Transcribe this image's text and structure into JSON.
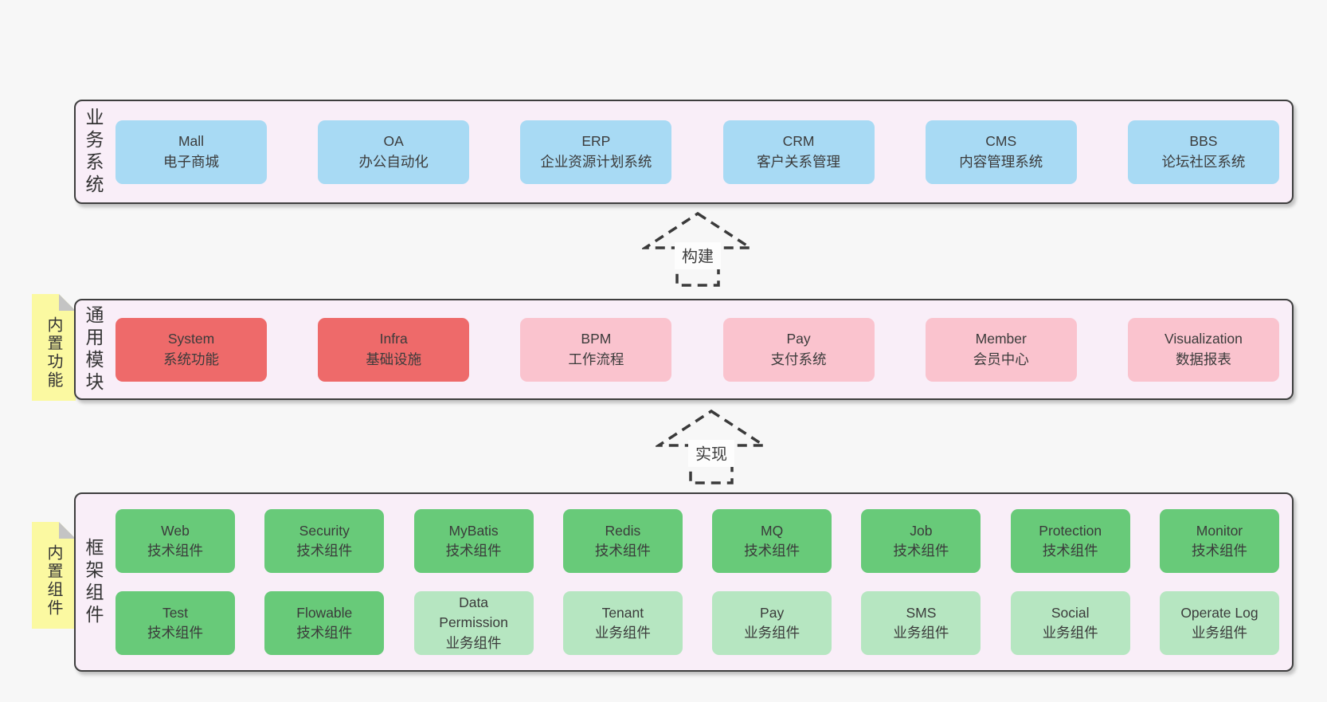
{
  "colors": {
    "background": "#f7f7f7",
    "container_fill": "#f9eef8",
    "container_border": "#3e3e3e",
    "box_blue": "#a8daf4",
    "box_red": "#ee6a6a",
    "box_pink": "#fac3ce",
    "box_green": "#68ca79",
    "box_green_light": "#b6e6c1",
    "sticky_yellow": "#fbf9a1",
    "sticky_fold": "#c4c4c4",
    "text": "#3b3b3b"
  },
  "arrows": [
    {
      "label": "构建"
    },
    {
      "label": "实现"
    }
  ],
  "layers": [
    {
      "label": "业务系统",
      "rows": [
        [
          {
            "name": "Mall",
            "desc": "电子商城",
            "variant": "blue"
          },
          {
            "name": "OA",
            "desc": "办公自动化",
            "variant": "blue"
          },
          {
            "name": "ERP",
            "desc": "企业资源计划系统",
            "variant": "blue"
          },
          {
            "name": "CRM",
            "desc": "客户关系管理",
            "variant": "blue"
          },
          {
            "name": "CMS",
            "desc": "内容管理系统",
            "variant": "blue"
          },
          {
            "name": "BBS",
            "desc": "论坛社区系统",
            "variant": "blue"
          }
        ]
      ]
    },
    {
      "label": "通用模块",
      "sticky": "内置功能",
      "rows": [
        [
          {
            "name": "System",
            "desc": "系统功能",
            "variant": "red"
          },
          {
            "name": "Infra",
            "desc": "基础设施",
            "variant": "red"
          },
          {
            "name": "BPM",
            "desc": "工作流程",
            "variant": "pink"
          },
          {
            "name": "Pay",
            "desc": "支付系统",
            "variant": "pink"
          },
          {
            "name": "Member",
            "desc": "会员中心",
            "variant": "pink"
          },
          {
            "name": "Visualization",
            "desc": "数据报表",
            "variant": "pink"
          }
        ]
      ]
    },
    {
      "label": "框架组件",
      "sticky": "内置组件",
      "rows": [
        [
          {
            "name": "Web",
            "desc": "技术组件",
            "variant": "green"
          },
          {
            "name": "Security",
            "desc": "技术组件",
            "variant": "green"
          },
          {
            "name": "MyBatis",
            "desc": "技术组件",
            "variant": "green"
          },
          {
            "name": "Redis",
            "desc": "技术组件",
            "variant": "green"
          },
          {
            "name": "MQ",
            "desc": "技术组件",
            "variant": "green"
          },
          {
            "name": "Job",
            "desc": "技术组件",
            "variant": "green"
          },
          {
            "name": "Protection",
            "desc": "技术组件",
            "variant": "green"
          },
          {
            "name": "Monitor",
            "desc": "技术组件",
            "variant": "green"
          }
        ],
        [
          {
            "name": "Test",
            "desc": "技术组件",
            "variant": "green"
          },
          {
            "name": "Flowable",
            "desc": "技术组件",
            "variant": "green"
          },
          {
            "name": "Data Permission",
            "desc": "业务组件",
            "variant": "green-light"
          },
          {
            "name": "Tenant",
            "desc": "业务组件",
            "variant": "green-light"
          },
          {
            "name": "Pay",
            "desc": "业务组件",
            "variant": "green-light"
          },
          {
            "name": "SMS",
            "desc": "业务组件",
            "variant": "green-light"
          },
          {
            "name": "Social",
            "desc": "业务组件",
            "variant": "green-light"
          },
          {
            "name": "Operate Log",
            "desc": "业务组件",
            "variant": "green-light"
          }
        ]
      ]
    }
  ]
}
